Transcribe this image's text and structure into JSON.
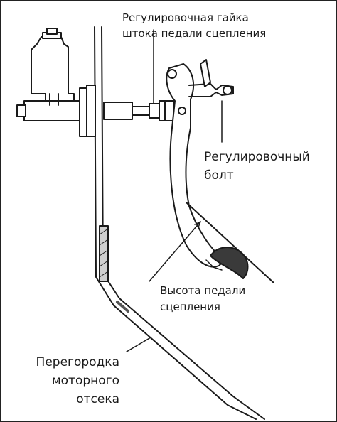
{
  "labels": {
    "nut": [
      "Регулировочная гайка",
      "штока педали сцепления"
    ],
    "bolt": [
      "Регулировочный",
      "болт"
    ],
    "pedal_height": [
      "Высота педали",
      "сцепления"
    ],
    "bulkhead": [
      "Перегородка",
      "моторного",
      "отсека"
    ]
  },
  "colors": {
    "ink": "#1a1a1a",
    "background": "#ffffff",
    "pad": "#3a3a3a"
  }
}
